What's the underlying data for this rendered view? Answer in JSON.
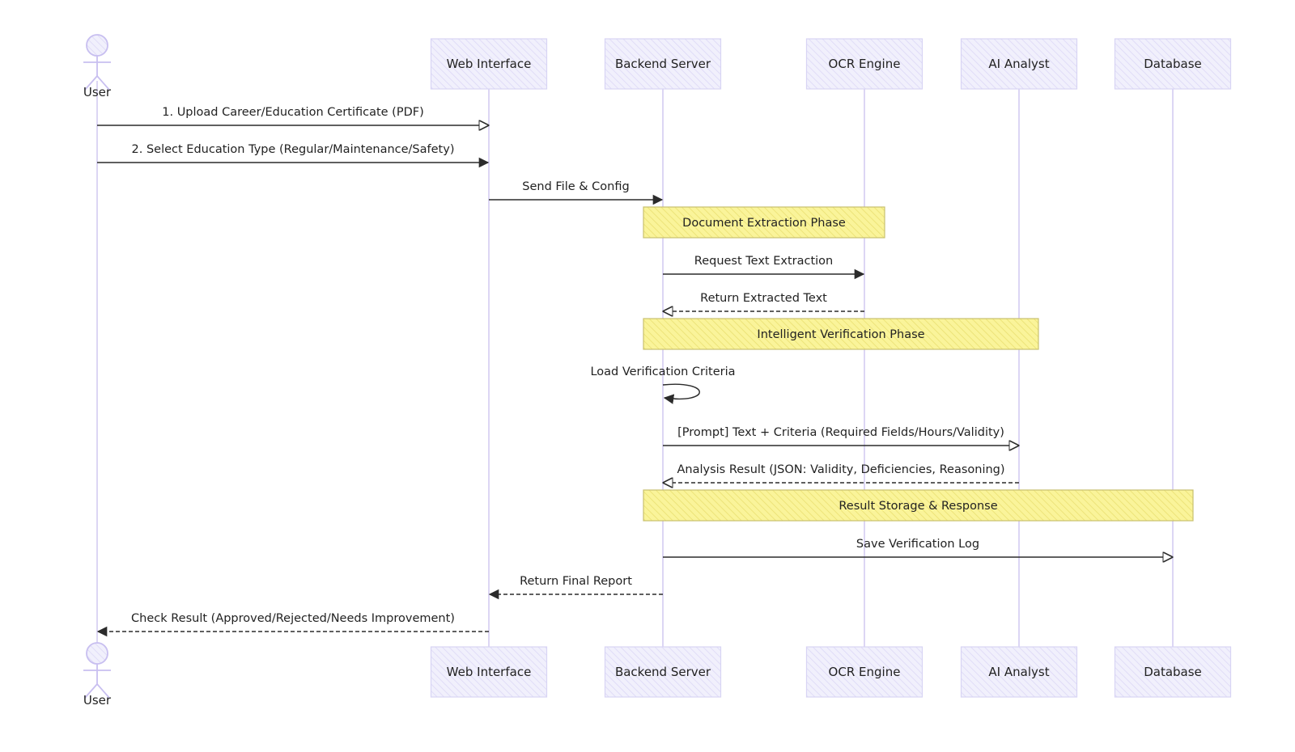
{
  "colors": {
    "actor_fill": "#ececfb",
    "actor_stroke": "#d8d4f4",
    "lifeline": "#d4ccf2",
    "note_fill": "#f7f08a",
    "note_stroke": "#c9c070",
    "arrow": "#2b2b2b"
  },
  "user": {
    "label": "User",
    "icon": "stick-figure-icon"
  },
  "participants": [
    {
      "id": "web",
      "label": "Web Interface"
    },
    {
      "id": "backend",
      "label": "Backend Server"
    },
    {
      "id": "ocr",
      "label": "OCR Engine"
    },
    {
      "id": "ai",
      "label": "AI Analyst"
    },
    {
      "id": "db",
      "label": "Database"
    }
  ],
  "messages": [
    {
      "from": "user",
      "to": "web",
      "label": "1. Upload Career/Education Certificate (PDF)",
      "style": "solid",
      "head": "open"
    },
    {
      "from": "user",
      "to": "web",
      "label": "2. Select Education Type (Regular/Maintenance/Safety)",
      "style": "solid",
      "head": "filled"
    },
    {
      "from": "web",
      "to": "backend",
      "label": "Send File & Config",
      "style": "solid",
      "head": "filled"
    },
    {
      "note": true,
      "from": "backend",
      "to": "ocr",
      "label": "Document Extraction Phase"
    },
    {
      "from": "backend",
      "to": "ocr",
      "label": "Request Text Extraction",
      "style": "solid",
      "head": "filled"
    },
    {
      "from": "ocr",
      "to": "backend",
      "label": "Return Extracted Text",
      "style": "dashed",
      "head": "open"
    },
    {
      "note": true,
      "from": "backend",
      "to": "ai",
      "label": "Intelligent Verification Phase"
    },
    {
      "self": true,
      "from": "backend",
      "to": "backend",
      "label": "Load Verification Criteria"
    },
    {
      "from": "backend",
      "to": "ai",
      "label": "[Prompt] Text + Criteria (Required Fields/Hours/Validity)",
      "style": "solid",
      "head": "open"
    },
    {
      "from": "ai",
      "to": "backend",
      "label": "Analysis Result (JSON: Validity, Deficiencies, Reasoning)",
      "style": "dashed",
      "head": "open"
    },
    {
      "note": true,
      "from": "backend",
      "to": "db",
      "label": "Result Storage & Response"
    },
    {
      "from": "backend",
      "to": "db",
      "label": "Save Verification Log",
      "style": "solid",
      "head": "open"
    },
    {
      "from": "backend",
      "to": "web",
      "label": "Return Final Report",
      "style": "dashed",
      "head": "filled"
    },
    {
      "from": "web",
      "to": "user",
      "label": "Check Result (Approved/Rejected/Needs Improvement)",
      "style": "dashed",
      "head": "filled"
    }
  ]
}
